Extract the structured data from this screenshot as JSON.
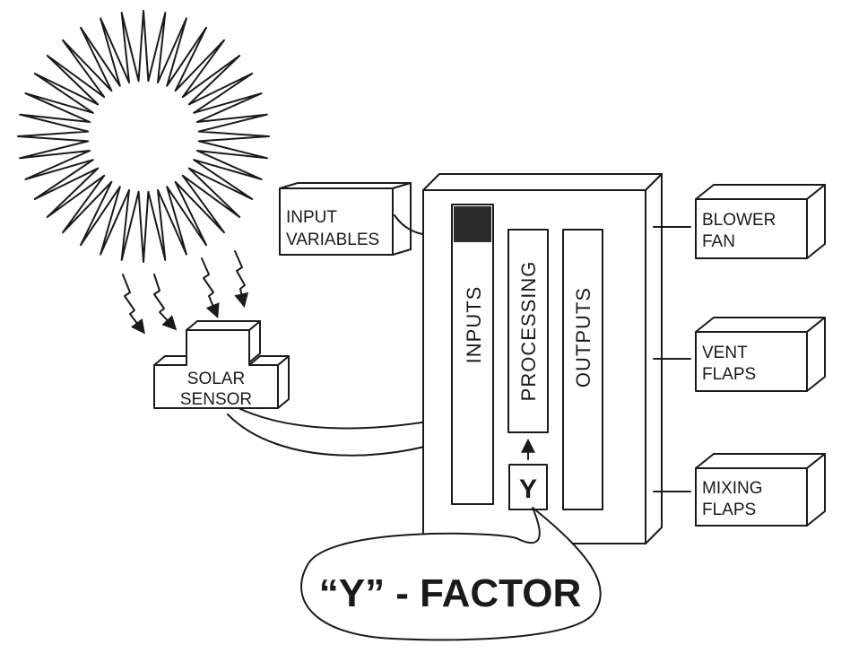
{
  "labels": {
    "input_variables": [
      "INPUT",
      "VARIABLES"
    ],
    "solar_sensor": [
      "SOLAR",
      "SENSOR"
    ],
    "inputs": "INPUTS",
    "processing": "PROCESSING",
    "outputs": "OUTPUTS",
    "y": "Y",
    "y_factor": "“Y” - FACTOR",
    "blower_fan": [
      "BLOWER",
      "FAN"
    ],
    "vent_flaps": [
      "VENT",
      "FLAPS"
    ],
    "mixing_flaps": [
      "MIXING",
      "FLAPS"
    ]
  },
  "icons": {
    "sun": "sun-icon",
    "radiation": "radiation-arrow-icon"
  },
  "colors": {
    "ink": "#1a1a1a",
    "background": "#ffffff",
    "input_block": "#2b2b2b"
  }
}
